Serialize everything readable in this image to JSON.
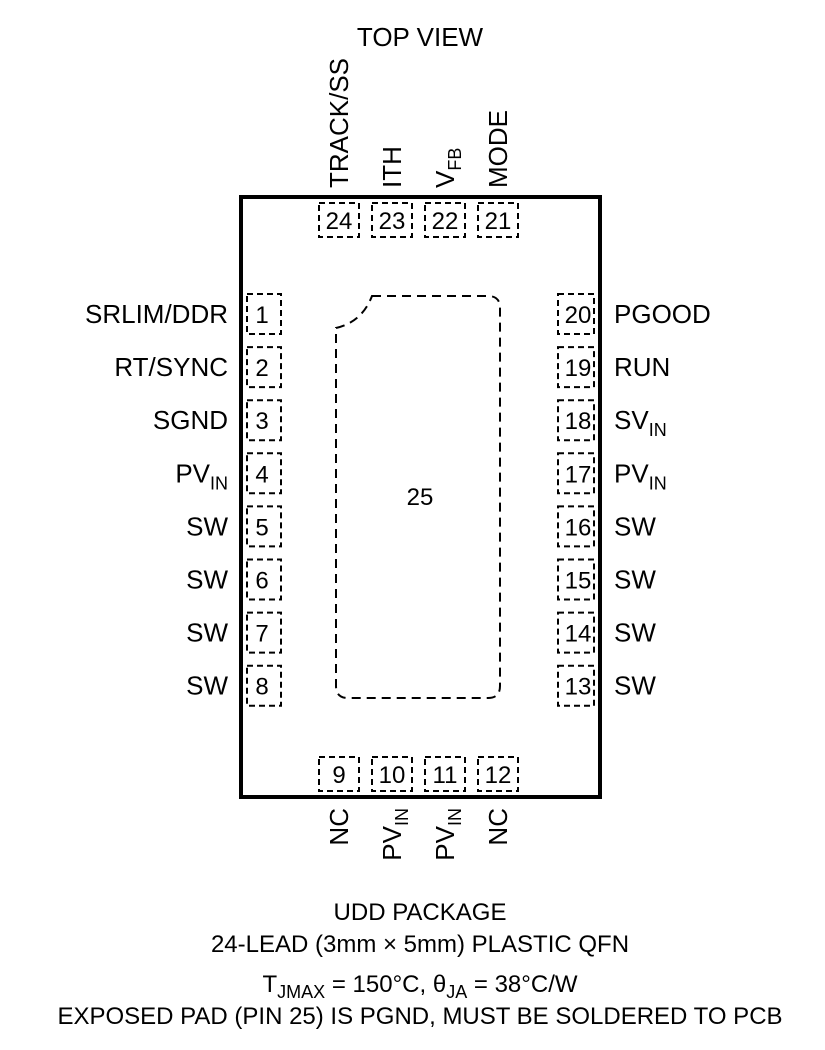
{
  "view_title": "TOP VIEW",
  "exposed_pad_number": "25",
  "pins": {
    "left": [
      {
        "num": "1",
        "name": "SRLIM/DDR",
        "sub": ""
      },
      {
        "num": "2",
        "name": "RT/SYNC",
        "sub": ""
      },
      {
        "num": "3",
        "name": "SGND",
        "sub": ""
      },
      {
        "num": "4",
        "name": "PV",
        "sub": "IN"
      },
      {
        "num": "5",
        "name": "SW",
        "sub": ""
      },
      {
        "num": "6",
        "name": "SW",
        "sub": ""
      },
      {
        "num": "7",
        "name": "SW",
        "sub": ""
      },
      {
        "num": "8",
        "name": "SW",
        "sub": ""
      }
    ],
    "right": [
      {
        "num": "20",
        "name": "PGOOD",
        "sub": ""
      },
      {
        "num": "19",
        "name": "RUN",
        "sub": ""
      },
      {
        "num": "18",
        "name": "SV",
        "sub": "IN"
      },
      {
        "num": "17",
        "name": "PV",
        "sub": "IN"
      },
      {
        "num": "16",
        "name": "SW",
        "sub": ""
      },
      {
        "num": "15",
        "name": "SW",
        "sub": ""
      },
      {
        "num": "14",
        "name": "SW",
        "sub": ""
      },
      {
        "num": "13",
        "name": "SW",
        "sub": ""
      }
    ],
    "top": [
      {
        "num": "24",
        "name": "TRACK/SS",
        "sub": ""
      },
      {
        "num": "23",
        "name": "ITH",
        "sub": ""
      },
      {
        "num": "22",
        "name": "V",
        "sub": "FB"
      },
      {
        "num": "21",
        "name": "MODE",
        "sub": ""
      }
    ],
    "bottom": [
      {
        "num": "9",
        "name": "NC",
        "sub": ""
      },
      {
        "num": "10",
        "name": "PV",
        "sub": "IN"
      },
      {
        "num": "11",
        "name": "PV",
        "sub": "IN"
      },
      {
        "num": "12",
        "name": "NC",
        "sub": ""
      }
    ]
  },
  "caption": {
    "package": "UDD PACKAGE",
    "lead": "24-LEAD (3mm × 5mm) PLASTIC QFN",
    "thermal": {
      "t": "T",
      "t_sub": "JMAX",
      "t_val": " = 150°C, ",
      "theta": "θ",
      "theta_sub": "JA",
      "theta_val": " = 38°C/W"
    },
    "note": "EXPOSED PAD (PIN 25) IS PGND, MUST BE SOLDERED TO PCB"
  }
}
